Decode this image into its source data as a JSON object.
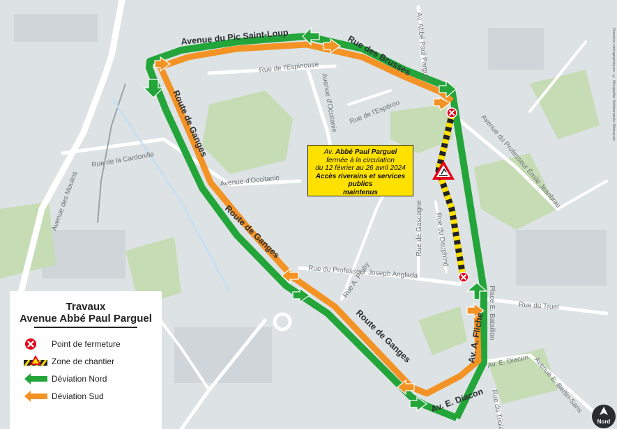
{
  "legend": {
    "title_line1": "Travaux",
    "title_line2": "Avenue Abbé Paul Parguel",
    "items": [
      {
        "label": "Point de fermeture",
        "icon": "closure-point-icon"
      },
      {
        "label": "Zone de chantier",
        "icon": "worksite-zone-icon"
      },
      {
        "label": "Déviation Nord",
        "icon": "north-detour-arrow-icon"
      },
      {
        "label": "Déviation Sud",
        "icon": "south-detour-arrow-icon"
      }
    ]
  },
  "notice": {
    "street_prefix": "Av.",
    "street_name": "Abbé Paul Parguel",
    "line2": "fermée à la circulation",
    "line3": "du 12 février au 26 avril 2024",
    "line4": "Accès riverains et services publics",
    "line5": "maintenus"
  },
  "streets": {
    "pic_saint_loup": "Avenue du Pic Saint-Loup",
    "brusses": "Rue des Brusses",
    "espinouse": "Rue de l'Espinouse",
    "esperou": "Rue de l'Espérou",
    "avenue_occitanie_v": "Avenue d'Occitanie",
    "avenue_occitanie_h": "Avenue d'Occitanie",
    "moulins": "Avenue des Moulins",
    "cardonille": "Rue de la Cardonille",
    "route_ganges_1": "Route de Ganges",
    "route_ganges_2": "Route de Ganges",
    "route_ganges_3": "Route de Ganges",
    "professeur_joseph_anglada": "Rue du Professeur Joseph Anglada",
    "proby": "Rue A. Proby",
    "gascogne": "Rue de Gascogne",
    "dauphine": "Rue du Dauphiné",
    "parguel": "Av. Abbé Paul Parguel",
    "professeur_emile_jeanbrau": "Avenue du Professeur Émile Jeanbrau",
    "place_bataillon": "Place E. Bataillon",
    "truel": "Rue du Truel",
    "fliche": "Av. A. Fliche",
    "diacon": "Av. E. Diacon",
    "diacon_small": "Av. E. Diacon",
    "triolet": "Rue du Triolet",
    "bertin_sans": "Avenue E. Bertin-Sans"
  },
  "compass_label": "Nord",
  "credit": "Données cartographiques : © Montpellier Méditerranée Métropole",
  "colors": {
    "north_detour": "#23a53a",
    "south_detour": "#f39325",
    "closure": "#e2001a",
    "worksite_yellow": "#ffe100",
    "notice_bg": "#ffe100",
    "park_green": "#c6dcb4",
    "road": "#ffffff",
    "background": "#dde2e4"
  }
}
